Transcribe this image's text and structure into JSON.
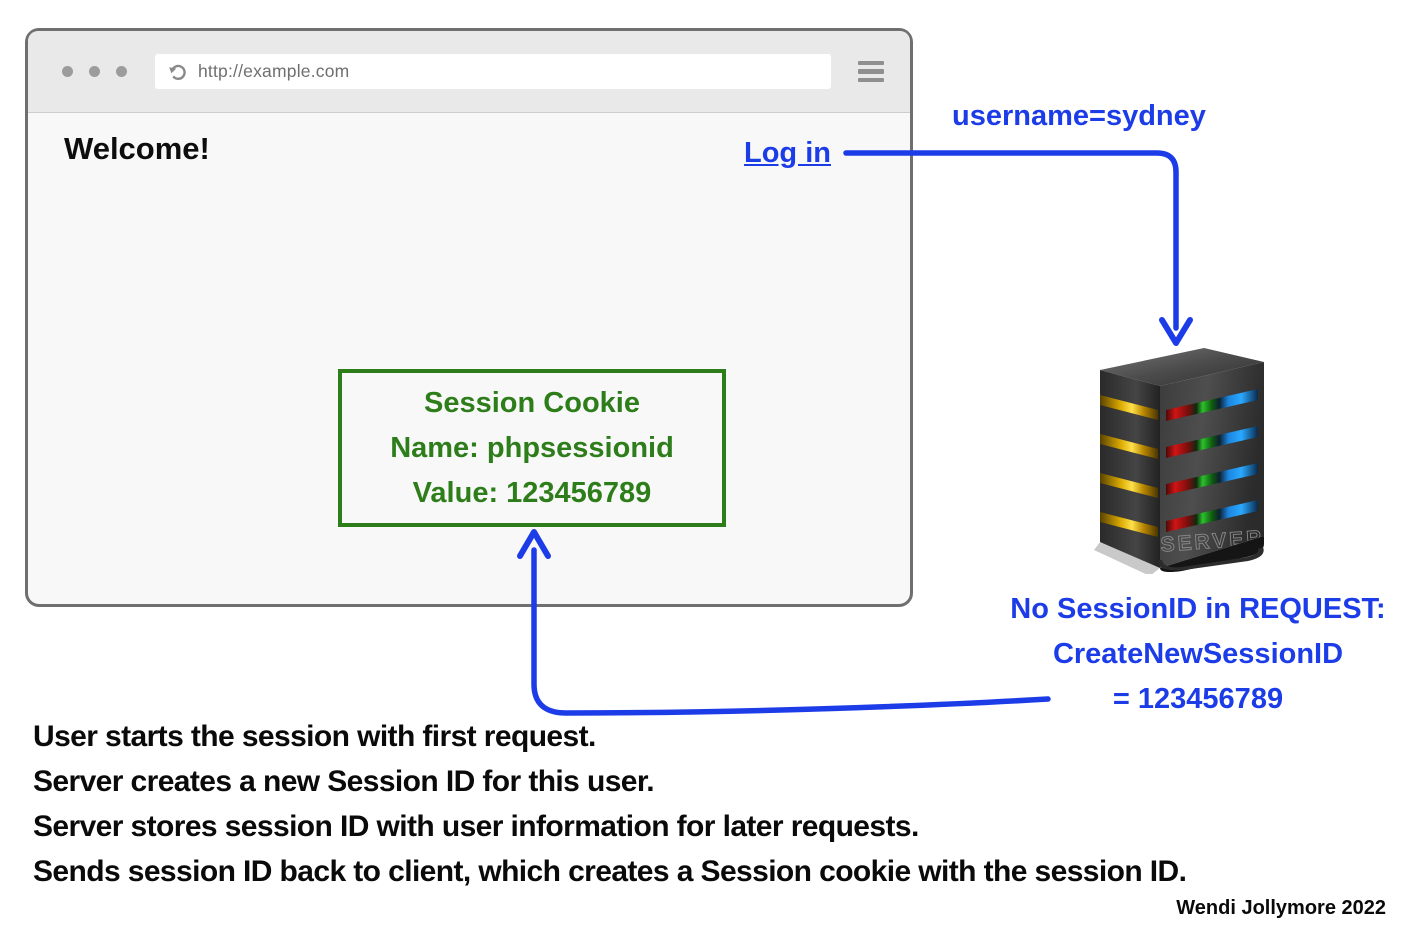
{
  "browser": {
    "url": "http://example.com",
    "welcome": "Welcome!",
    "login": "Log in"
  },
  "cookie_box": {
    "lines": [
      "Session Cookie",
      "Name: phpsessionid",
      "Value: 123456789"
    ]
  },
  "flow": {
    "request_param": "username=sydney",
    "server_note_lines": [
      "No SessionID in REQUEST:",
      "CreateNewSessionID",
      "= 123456789"
    ]
  },
  "server": {
    "label": "SERVER"
  },
  "notes": [
    "User starts the session with first request.",
    "Server creates a new Session ID for this user.",
    "Server stores session ID with user information for later requests.",
    "Sends session ID back to client, which creates a Session cookie with the session ID."
  ],
  "credit": "Wendi Jollymore 2022",
  "icons": {
    "refresh-icon": "circular-reload-arrow",
    "menu-icon": "hamburger-bars",
    "window-dots-icon": "three-window-dots"
  },
  "colors": {
    "accent_blue": "#1c3ce8",
    "cookie_green": "#2e7d1b",
    "toolbar_gray": "#e9e9e9",
    "window_border": "#6f6f6f"
  }
}
